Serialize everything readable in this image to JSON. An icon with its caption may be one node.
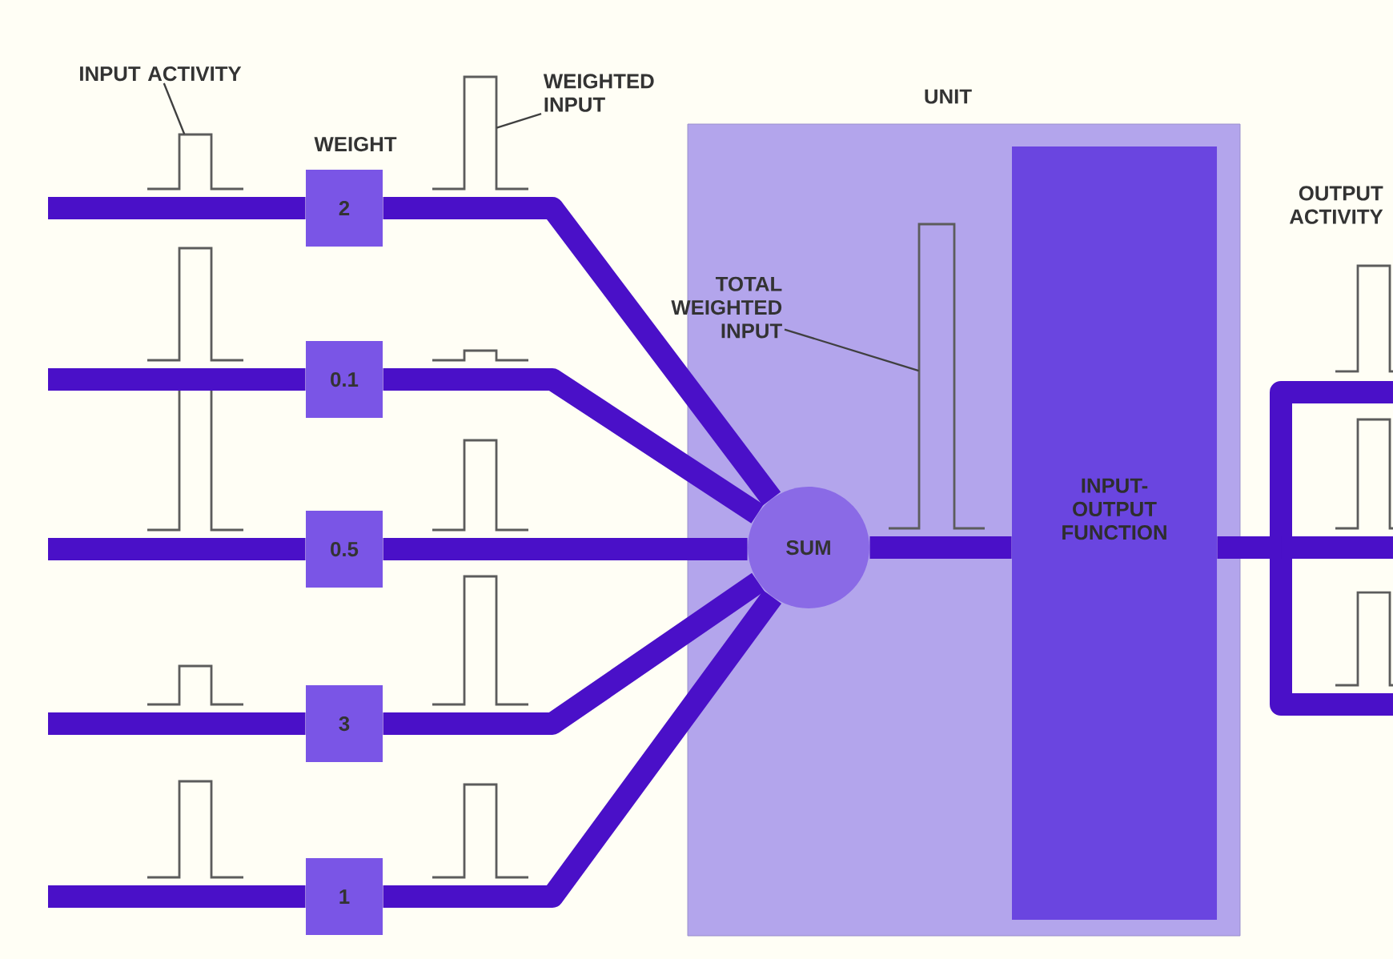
{
  "diagram": {
    "nodes": [
      {
        "text": [
          "INPUT ACTIVITY"
        ]
      },
      {
        "text": [],
        "shape": "bar"
      },
      {
        "text": [
          "WEIGHTED INPUT"
        ]
      },
      {
        "text": [],
        "shape": "bar"
      },
      {
        "text": [
          "UNIT"
        ]
      },
      {
        "text": [
          "TOTAL WEIGHTED INPUT"
        ],
        "in": 4
      },
      {
        "text": [],
        "shape": "bar",
        "in": 4
      },
      {
        "text": [
          "SUM"
        ],
        "in": 4
      },
      {
        "text": [
          "INPUT-OUTPUT FUNCTION"
        ],
        "in": 4
      },
      {
        "text": [
          "2"
        ]
      },
      {
        "text": [
          "0.1"
        ]
      },
      {
        "text": [
          "0.5"
        ]
      },
      {
        "text": [
          "3"
        ]
      },
      {
        "text": [
          "1"
        ]
      }
    ],
    "edges": [
      {
        "from": 0,
        "to": 1,
        "arrow": "none",
        "color": "#404040"
      },
      {
        "from": 2,
        "to": 3,
        "arrow": "none",
        "color": "#404040"
      },
      {
        "from": 5,
        "to": 6,
        "arrow": "none",
        "color": "#404040"
      },
      {
        "from": null,
        "to": 9,
        "arrow": "none"
      },
      {
        "from": null,
        "to": 10,
        "arrow": "none"
      },
      {
        "from": null,
        "to": 11,
        "arrow": "none"
      },
      {
        "from": null,
        "to": 12,
        "arrow": "none"
      },
      {
        "from": null,
        "to": 13,
        "arrow": "none"
      },
      {
        "from": 9,
        "to": 7,
        "arrow": "none"
      },
      {
        "from": 10,
        "to": 7,
        "arrow": "none"
      },
      {
        "from": 11,
        "to": 7,
        "arrow": "none"
      },
      {
        "from": 12,
        "to": 7,
        "arrow": "none"
      },
      {
        "from": 13,
        "to": 7,
        "arrow": "none"
      },
      {
        "from": 7,
        "to": 8,
        "arrow": "none"
      },
      {
        "from": 8,
        "to": null,
        "arrow": "none"
      }
    ],
    "labels": [
      "WEIGHT",
      "OUTPUT ACTIVITY"
    ]
  }
}
